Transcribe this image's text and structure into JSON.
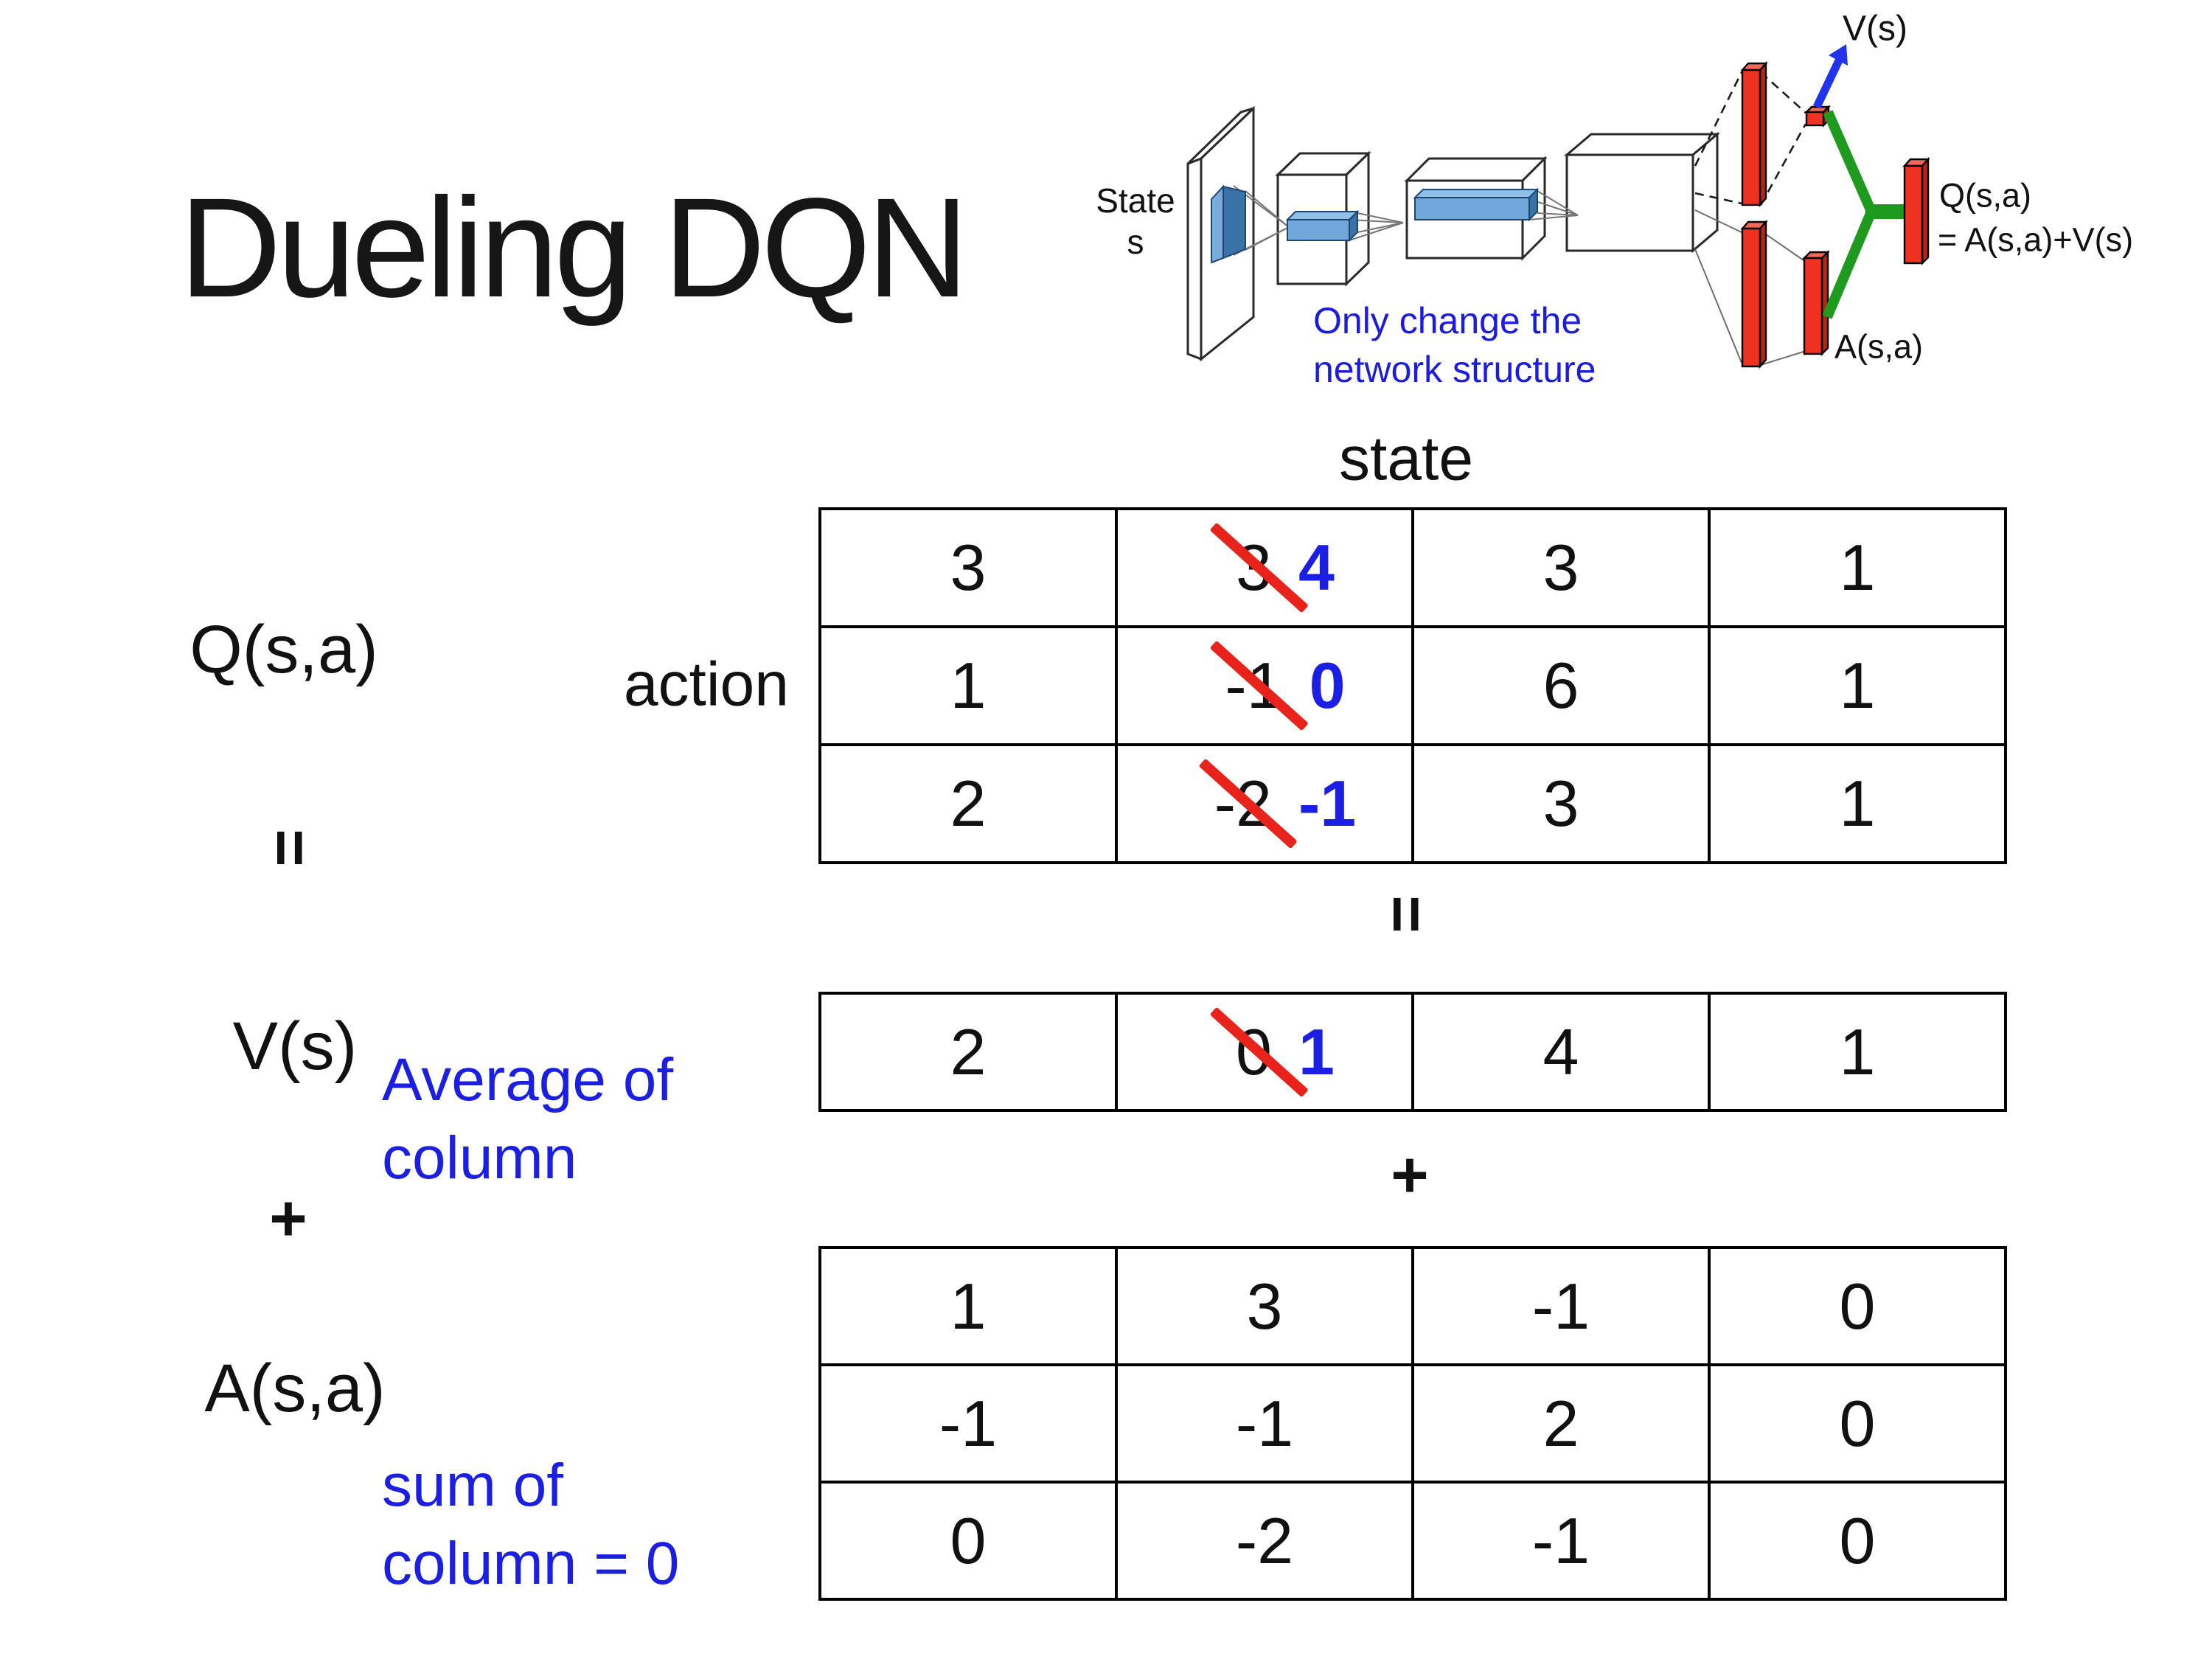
{
  "slide": {
    "title": "Dueling DQN"
  },
  "colors": {
    "accent_blue": "#1b1ee3",
    "strike_red": "#e8231c",
    "bar_red": "#ee3120",
    "merge_green": "#1e9b1e",
    "arrow_blue": "#2233ee"
  },
  "diagram": {
    "state_input_label": "State\ns",
    "v_output_label": "V(s)",
    "q_output_label": "Q(s,a)",
    "q_output_formula": "= A(s,a)+V(s)",
    "a_output_label": "A(s,a)",
    "note": "Only change the\nnetwork structure"
  },
  "equation": {
    "q_label": "Q(s,a)",
    "equals": "=",
    "v_label": "V(s)",
    "plus": "+",
    "a_label": "A(s,a)",
    "equals_mid": "=",
    "plus_mid": "+",
    "action_axis": "action",
    "state_axis": "state",
    "v_note": "Average of\ncolumn",
    "a_note": "sum of\ncolumn = 0"
  },
  "q_table": {
    "rows": [
      {
        "c0": "3",
        "old": "3",
        "new": "4",
        "c2": "3",
        "c3": "1"
      },
      {
        "c0": "1",
        "old": "-1",
        "new": "0",
        "c2": "6",
        "c3": "1"
      },
      {
        "c0": "2",
        "old": "-2",
        "new": "-1",
        "c2": "3",
        "c3": "1"
      }
    ]
  },
  "v_row": {
    "c0": "2",
    "old": "0",
    "new": "1",
    "c2": "4",
    "c3": "1"
  },
  "a_table": {
    "rows": [
      [
        "1",
        "3",
        "-1",
        "0"
      ],
      [
        "-1",
        "-1",
        "2",
        "0"
      ],
      [
        "0",
        "-2",
        "-1",
        "0"
      ]
    ]
  }
}
